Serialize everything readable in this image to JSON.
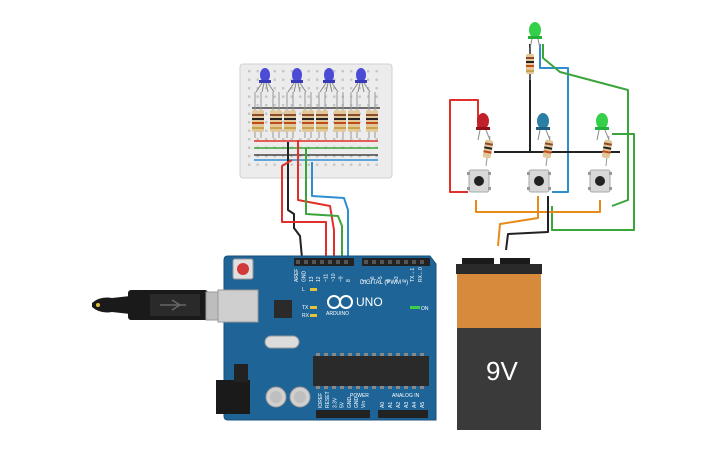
{
  "board": {
    "model": "UNO",
    "brand": "ARDUINO",
    "header_digital": "DIGITAL (PWM ~)",
    "header_power": "POWER",
    "header_analog": "ANALOG IN",
    "on_label": "ON",
    "tx_label": "TX",
    "rx_label": "RX",
    "l_label": "L",
    "top_pins": [
      "AREF",
      "GND",
      "13",
      "12",
      "~11",
      "~10",
      "~9",
      "8",
      "7",
      "~6",
      "~5",
      "4",
      "~3",
      "2",
      "TX→1",
      "RX←0"
    ],
    "power_pins": [
      "IOREF",
      "RESET",
      "3.3V",
      "5V",
      "GND",
      "GND",
      "Vin"
    ],
    "analog_pins": [
      "A0",
      "A1",
      "A2",
      "A3",
      "A4",
      "A5"
    ]
  },
  "battery": {
    "label": "9V"
  },
  "colors": {
    "board": "#1f6497",
    "battery_top": "#d88a3c",
    "battery_bottom": "#3a3a3a",
    "wire_red": "#e0302a",
    "wire_green": "#3aa53a",
    "wire_blue": "#2e8fd0",
    "wire_orange": "#e88a1a",
    "wire_black": "#222222",
    "led_blue": "#4b4bd8",
    "led_red": "#c0202a",
    "led_green": "#35d04a",
    "led_teal": "#2b7fa5"
  }
}
